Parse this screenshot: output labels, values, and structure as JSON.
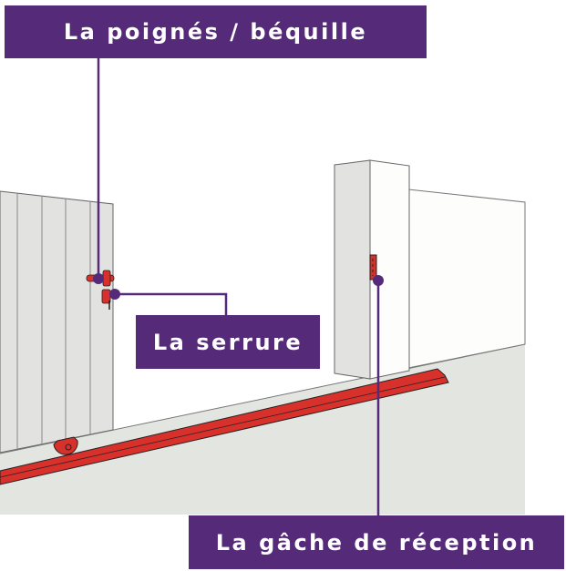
{
  "labels": {
    "handle": "La poignés / béquille",
    "lock": "La serrure",
    "strike": "La gâche de réception"
  },
  "colors": {
    "label_bg": "#552a78",
    "rail": "#d8302a",
    "ground": "#e3e5e1",
    "panel": "#e2e2e1"
  }
}
